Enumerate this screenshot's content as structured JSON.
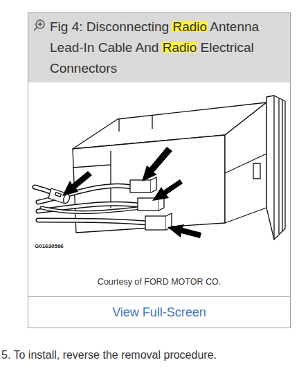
{
  "diagram": {
    "nodes": [
      {
        "text": [
          "View Full-Screen"
        ]
      },
      {
        "text": [
          "Fig 4: Disconnecting Radio Antenna Lead-In Cable And Radio Electrical Connectors"
        ],
        "in": 0
      },
      {
        "text": [
          "Courtesy of FORD MOTOR CO."
        ],
        "in": 0
      }
    ],
    "labels": [
      "G01630596",
      "5. To install, reverse the removal procedure."
    ]
  }
}
